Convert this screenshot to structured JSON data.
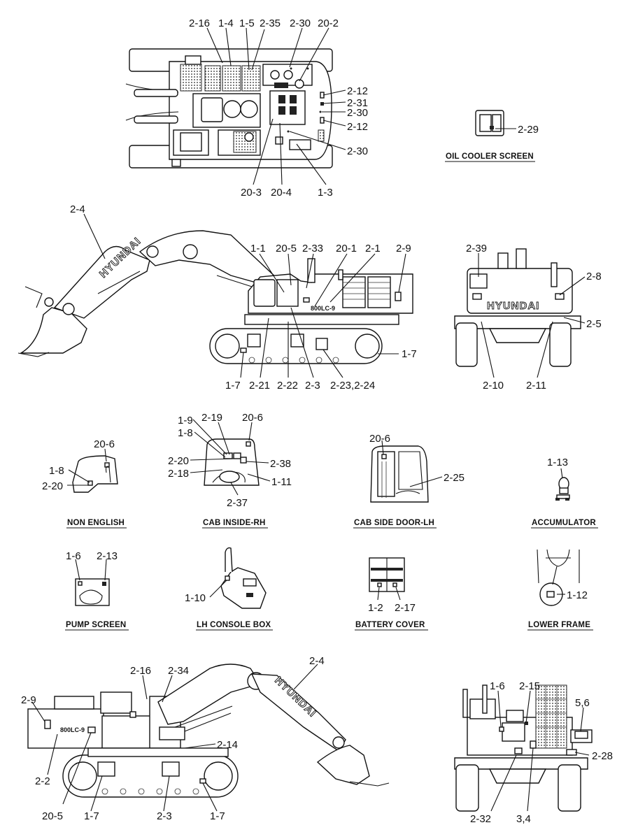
{
  "captions": {
    "oil_cooler": "OIL COOLER SCREEN",
    "non_english": "NON ENGLISH",
    "cab_inside": "CAB INSIDE-RH",
    "cab_side_door": "CAB SIDE DOOR-LH",
    "accumulator": "ACCUMULATOR",
    "pump_screen": "PUMP SCREEN",
    "lh_console": "LH CONSOLE BOX",
    "battery_cover": "BATTERY COVER",
    "lower_frame": "LOWER FRAME"
  },
  "brand": "HYUNDAI",
  "model": "800LC-9",
  "callouts": {
    "top": [
      "2-16",
      "1-4",
      "1-5",
      "2-35",
      "2-30",
      "20-2",
      "2-12",
      "2-31",
      "2-30",
      "2-12",
      "2-30",
      "20-3",
      "20-4",
      "1-3"
    ],
    "oil_cooler": [
      "2-29"
    ],
    "side": [
      "2-4",
      "1-1",
      "20-5",
      "2-33",
      "20-1",
      "2-1",
      "2-9",
      "1-7",
      "1-7",
      "2-21",
      "2-22",
      "2-3",
      "2-23,2-24"
    ],
    "rear": [
      "2-39",
      "2-8",
      "2-5",
      "2-10",
      "2-11"
    ],
    "non_english": [
      "20-6",
      "1-8",
      "2-20"
    ],
    "cab_inside": [
      "1-9",
      "2-19",
      "20-6",
      "1-8",
      "2-20",
      "2-18",
      "2-38",
      "1-11",
      "2-37"
    ],
    "cab_door": [
      "20-6",
      "2-25"
    ],
    "accumulator": [
      "1-13"
    ],
    "pump_screen": [
      "1-6",
      "2-13"
    ],
    "lh_console": [
      "1-10"
    ],
    "battery_cover": [
      "1-2",
      "2-17"
    ],
    "lower_frame": [
      "1-12"
    ],
    "side_lh": [
      "2-16",
      "2-34",
      "2-4",
      "2-9",
      "2-14",
      "2-2",
      "20-5",
      "1-7",
      "2-3",
      "1-7"
    ],
    "front": [
      "1-6",
      "2-15",
      "5,6",
      "2-28",
      "2-32",
      "3,4"
    ]
  }
}
